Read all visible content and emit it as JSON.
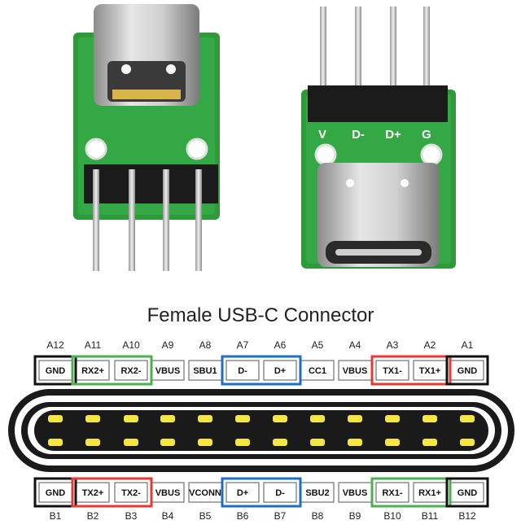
{
  "photo": {
    "header_pin_labels": [
      "V",
      "D-",
      "D+",
      "G"
    ]
  },
  "diagram": {
    "title": "Female USB-C Connector",
    "colors": {
      "gnd_box": "#111111",
      "rx2_box": "#4caf50",
      "tx_box": "#e53935",
      "data_box": "#1e6fbf",
      "rx1_box": "#4caf50",
      "connector_shell": "#1a1a1a",
      "pin_contact": "#f5e642"
    },
    "top_row": [
      {
        "code": "A12",
        "signal": "GND"
      },
      {
        "code": "A11",
        "signal": "RX2+"
      },
      {
        "code": "A10",
        "signal": "RX2-"
      },
      {
        "code": "A9",
        "signal": "VBUS"
      },
      {
        "code": "A8",
        "signal": "SBU1"
      },
      {
        "code": "A7",
        "signal": "D-"
      },
      {
        "code": "A6",
        "signal": "D+"
      },
      {
        "code": "A5",
        "signal": "CC1"
      },
      {
        "code": "A4",
        "signal": "VBUS"
      },
      {
        "code": "A3",
        "signal": "TX1-"
      },
      {
        "code": "A2",
        "signal": "TX1+"
      },
      {
        "code": "A1",
        "signal": "GND"
      }
    ],
    "bottom_row": [
      {
        "code": "B1",
        "signal": "GND"
      },
      {
        "code": "B2",
        "signal": "TX2+"
      },
      {
        "code": "B3",
        "signal": "TX2-"
      },
      {
        "code": "B4",
        "signal": "VBUS"
      },
      {
        "code": "B5",
        "signal": "VCONN"
      },
      {
        "code": "B6",
        "signal": "D+"
      },
      {
        "code": "B7",
        "signal": "D-"
      },
      {
        "code": "B8",
        "signal": "SBU2"
      },
      {
        "code": "B9",
        "signal": "VBUS"
      },
      {
        "code": "B10",
        "signal": "RX1-"
      },
      {
        "code": "B11",
        "signal": "RX1+"
      },
      {
        "code": "B12",
        "signal": "GND"
      }
    ]
  }
}
